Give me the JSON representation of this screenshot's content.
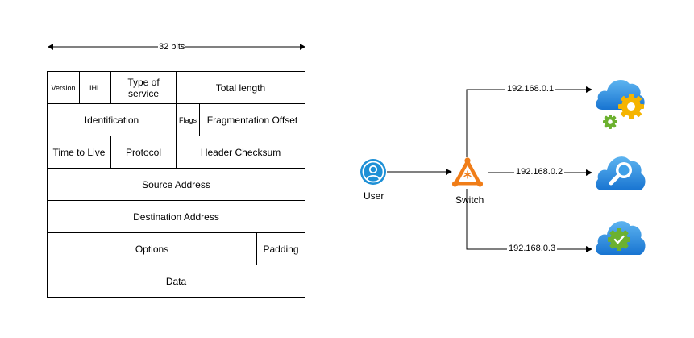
{
  "header": {
    "width_label": "32 bits"
  },
  "table": {
    "version": "Version",
    "ihl": "IHL",
    "tos": "Type of service",
    "total_length": "Total length",
    "identification": "Identification",
    "flags": "Flags",
    "frag_offset": "Fragmentation Offset",
    "ttl": "Time to Live",
    "protocol": "Protocol",
    "header_checksum": "Header Checksum",
    "source_address": "Source Address",
    "destination_address": "Destination Address",
    "options": "Options",
    "padding": "Padding",
    "data": "Data"
  },
  "network": {
    "user_label": "User",
    "switch_label": "Switch",
    "links": [
      {
        "ip": "192.168.0.1",
        "target_icon": "cloud-gear-icon"
      },
      {
        "ip": "192.168.0.2",
        "target_icon": "cloud-search-icon"
      },
      {
        "ip": "192.168.0.3",
        "target_icon": "cloud-check-icon"
      }
    ]
  },
  "colors": {
    "user": "#1E90D6",
    "switch": "#F07D18",
    "cloud_top": "#5DB4F0",
    "cloud_bottom": "#1874D1",
    "gear_large": "#F5B400",
    "gear_small": "#6CB12F",
    "check": "#6CB12F"
  }
}
